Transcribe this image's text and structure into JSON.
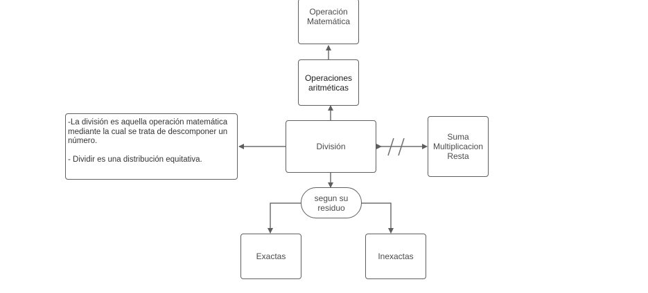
{
  "diagram": {
    "nodes": {
      "operacion_matematica": "Operación\nMatemática",
      "operaciones_aritmeticas": "Operaciones\naritméticas",
      "division": "División",
      "suma_resta": "Suma\nMultiplicacion\nResta",
      "segun_residuo": "segun su\nresiduo",
      "exactas": "Exactas",
      "inexactas": "Inexactas"
    },
    "note": {
      "text": "-La división es aquella operación matemática mediante la cual se trata de descomponer un número.\n\n- Dividir es una distribución equitativa."
    },
    "edges": [
      {
        "from": "División",
        "to": "Operaciones aritméticas"
      },
      {
        "from": "Operaciones aritméticas",
        "to": "Operación Matemática"
      },
      {
        "from": "División",
        "to": "note"
      },
      {
        "from": "División",
        "to": "Suma Multiplicacion Resta",
        "style": "negated (//)"
      },
      {
        "from": "División",
        "to": "segun su residuo"
      },
      {
        "from": "segun su residuo",
        "to": "Exactas"
      },
      {
        "from": "segun su residuo",
        "to": "Inexactas"
      }
    ]
  }
}
